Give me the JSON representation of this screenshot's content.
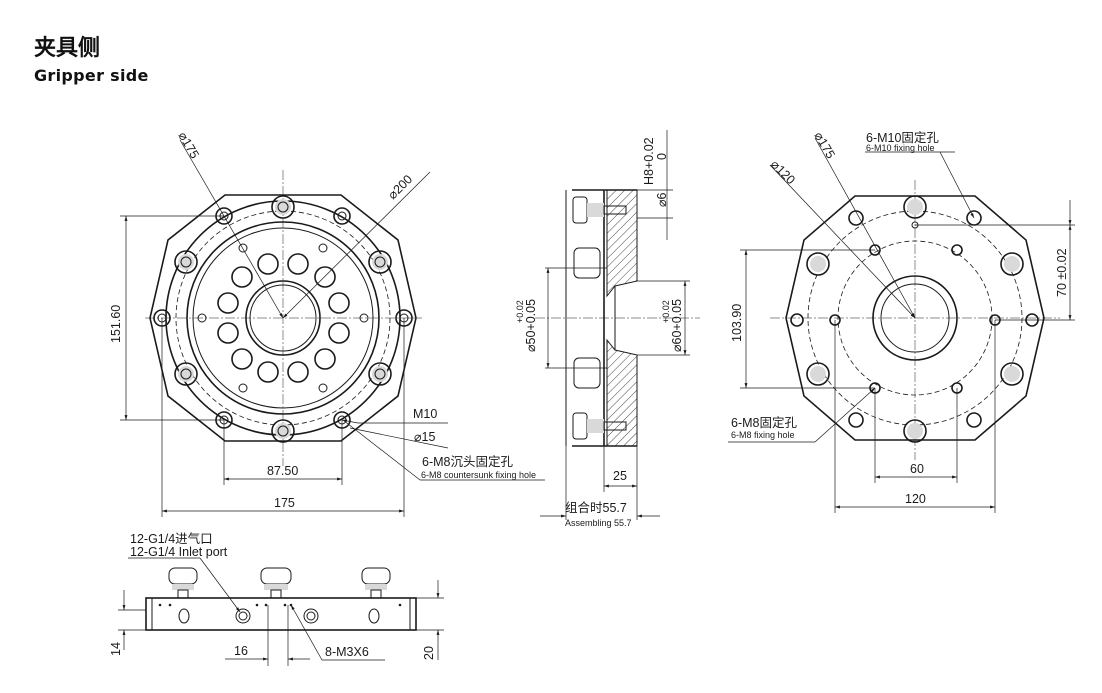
{
  "title_cn": "夹具侧",
  "title_en": "Gripper side",
  "front_view": {
    "dia_175": "⌀175",
    "dia_200": "⌀200",
    "dim_151_60": "151.60",
    "dim_87_50": "87.50",
    "dim_175": "175",
    "m10": "M10",
    "dia_15": "⌀15",
    "countersunk_cn": "6-M8沉头固定孔",
    "countersunk_en": "6-M8 countersunk fixing hole"
  },
  "section_view": {
    "h8_tol": "H8+0.02",
    "h8_zero": "0",
    "dia_6": "⌀6",
    "dia_50": "⌀50+0.05",
    "dia_50_tol": "+0.02",
    "dia_60": "⌀60+0.05",
    "dia_60_tol": "+0.02",
    "dim_25": "25",
    "assembly_cn": "组合时55.7",
    "assembly_en": "Assembling 55.7"
  },
  "back_view": {
    "m10_cn": "6-M10固定孔",
    "m10_en": "6-M10 fixing hole",
    "dia_175": "⌀175",
    "dia_120": "⌀120",
    "dim_103_90": "103.90",
    "dim_70": "70 ±0.02",
    "m8_cn": "6-M8固定孔",
    "m8_en": "6-M8 fixing hole",
    "dim_60": "60",
    "dim_120": "120"
  },
  "side_view": {
    "inlet_cn": "12-G1/4进气口",
    "inlet_en": "12-G1/4 Inlet port",
    "dim_14": "14",
    "dim_16": "16",
    "m3": "8-M3X6",
    "dim_20": "20"
  }
}
